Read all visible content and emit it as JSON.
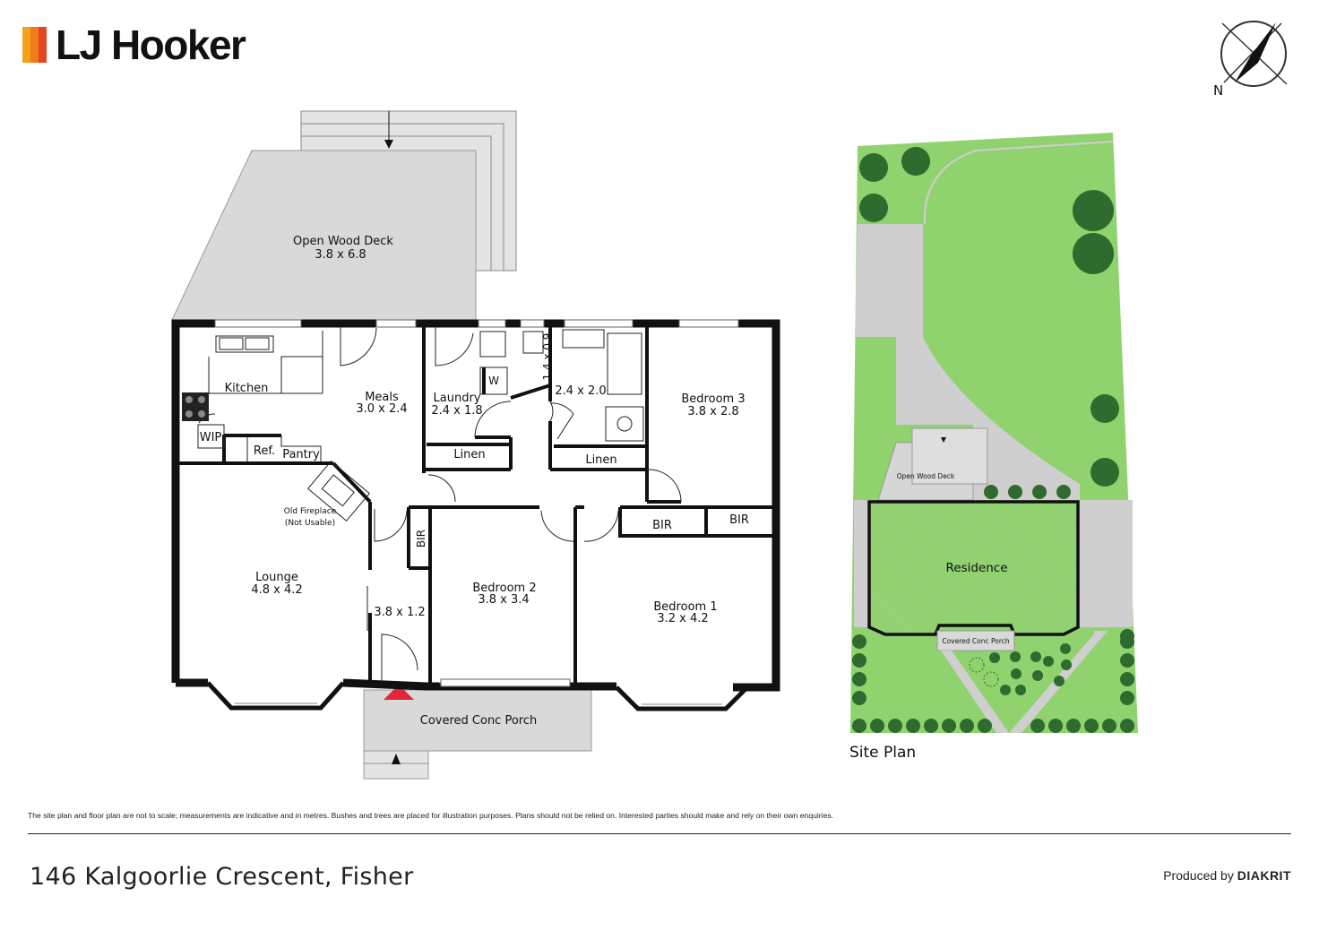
{
  "brand": {
    "name": "LJ Hooker",
    "bar_colors": [
      "#f5a21b",
      "#f07b1d",
      "#e8431f"
    ]
  },
  "compass": {
    "label": "N"
  },
  "floor_plan": {
    "rooms": {
      "deck": {
        "name": "Open Wood Deck",
        "size": "3.8 x 6.8"
      },
      "kitchen": {
        "name": "Kitchen"
      },
      "meals": {
        "name": "Meals",
        "size": "3.0 x 2.4"
      },
      "laundry": {
        "name": "Laundry",
        "size": "2.4 x 1.8"
      },
      "wc": {
        "name": "W"
      },
      "wc_size": {
        "size": "1.4 x 0.9"
      },
      "bath": {
        "size": "2.4 x 2.0"
      },
      "bed3": {
        "name": "Bedroom 3",
        "size": "3.8 x 2.8"
      },
      "wip": {
        "name": "WIP"
      },
      "ref": {
        "name": "Ref."
      },
      "pantry": {
        "name": "Pantry"
      },
      "linen1": {
        "name": "Linen"
      },
      "linen2": {
        "name": "Linen"
      },
      "fireplace": {
        "line1": "Old Fireplace",
        "line2": "(Not Usable)"
      },
      "lounge": {
        "name": "Lounge",
        "size": "4.8 x 4.2"
      },
      "bir_hall": {
        "name": "BIR"
      },
      "entry": {
        "size": "3.8 x 1.2"
      },
      "bed2": {
        "name": "Bedroom 2",
        "size": "3.8 x 3.4"
      },
      "bir1": {
        "name": "BIR"
      },
      "bir2": {
        "name": "BIR"
      },
      "bed1": {
        "name": "Bedroom 1",
        "size": "3.2 x 4.2"
      },
      "porch": {
        "name": "Covered Conc Porch"
      }
    }
  },
  "site_plan": {
    "title": "Site Plan",
    "deck": "Open Wood Deck",
    "residence": "Residence",
    "porch": "Covered Conc Porch",
    "colors": {
      "lawn": "#8fd26e",
      "tree": "#2f6b2f",
      "paving": "#cfcfcf"
    }
  },
  "footer": {
    "disclaimer": "The site plan and floor plan are not to scale; measurements are indicative and in metres. Bushes and trees are placed for illustration purposes. Plans should not be relied on. Interested parties should make and rely on their own enquiries.",
    "address": "146 Kalgoorlie Crescent, Fisher",
    "produced_prefix": "Produced by",
    "produced_brand": "DIAKRIT"
  }
}
